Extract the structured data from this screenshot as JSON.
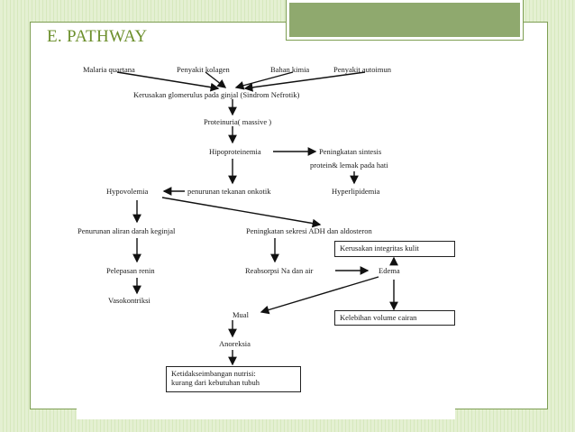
{
  "slide_title": "E. PATHWAY",
  "nodes": {
    "malaria": "Malaria quartana",
    "kolagen": "Penyakit kolagen",
    "kimia": "Bahan kimia",
    "autoimun": "Penyakit autoimun",
    "kerusakan_glomerulus": "Kerusakan glomerulus pada ginjal (Sindrom Nefrotik)",
    "proteinuria": "Proteinuria( massive )",
    "hipoproteinemia": "Hipoproteinemia",
    "peningkatan_sintesis_1": "Peningkatan sintesis",
    "peningkatan_sintesis_2": "protein& lemak pada hati",
    "hypovolemia": "Hypovolemia",
    "penurunan_onkotik": "penurunan tekanan onkotik",
    "hyperlipidemia": "Hyperlipidemia",
    "penurunan_aliran": "Penurunan aliran darah keginjal",
    "peningkatan_adh": "Peningkatan sekresi ADH dan aldosteron",
    "kerusakan_kulit": "Kerusakan integritas kulit",
    "pelepasan_renin": "Pelepasan renin",
    "reabsorpsi": "Reabsorpsi Na dan air",
    "edema": "Edema",
    "vasokontriksi": "Vasokontriksi",
    "mual": "Mual",
    "kelebihan_volume": "Kelebihan volume cairan",
    "anoreksia": "Anoreksia",
    "nutrisi_1": "Ketidakseimbangan nutrisi:",
    "nutrisi_2": "kurang dari kebutuhan tubuh"
  }
}
